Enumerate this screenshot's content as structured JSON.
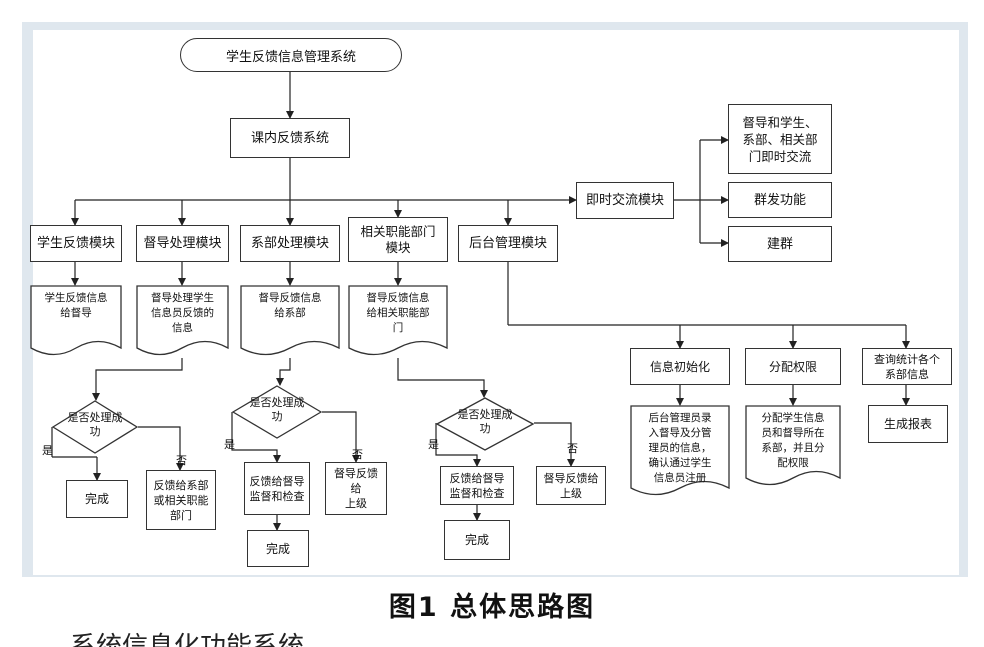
{
  "diagram": {
    "root": "学生反馈信息管理系统",
    "in_class": "课内反馈系统",
    "modules": {
      "student": "学生反馈模块",
      "supervisor": "督导处理模块",
      "department": "系部处理模块",
      "functional": "相关职能部门\n模块",
      "backend": "后台管理模块",
      "instant": "即时交流模块"
    },
    "instant_items": [
      "督导和学生、\n系部、相关部\n门即时交流",
      "群发功能",
      "建群"
    ],
    "docs": {
      "student": "学生反馈信息\n给督导",
      "supervisor": "督导处理学生\n信息员反馈的\n信息",
      "department": "督导反馈信息\n给系部",
      "functional": "督导反馈信息\n给相关职能部\n门",
      "backend_init": "后台管理员录\n入督导及分管\n理员的信息，\n确认通过学生\n信息员注册",
      "backend_perm": "分配学生信息\n员和督导所在\n系部，并且分\n配权限"
    },
    "decisions": {
      "supervisor": "是否处理成\n功",
      "department": "是否处理成\n功",
      "functional": "是否处理成\n功"
    },
    "labels": {
      "yes": "是",
      "no": "否"
    },
    "outcomes": {
      "sup_done": "完成",
      "sup_fail": "反馈给系部\n或相关职能\n部门",
      "dep_ok": "反馈给督导\n监督和检查",
      "dep_fail": "督导反馈给\n上级",
      "dep_done": "完成",
      "fun_ok": "反馈给督导\n监督和检查",
      "fun_fail": "督导反馈给\n上级",
      "fun_done": "完成"
    },
    "backend_items": {
      "init": "信息初始化",
      "perm": "分配权限",
      "query": "查询统计各个\n系部信息",
      "report": "生成报表"
    }
  },
  "caption": "图1 总体思路图",
  "trailing_text": "系统信息化功能系统"
}
